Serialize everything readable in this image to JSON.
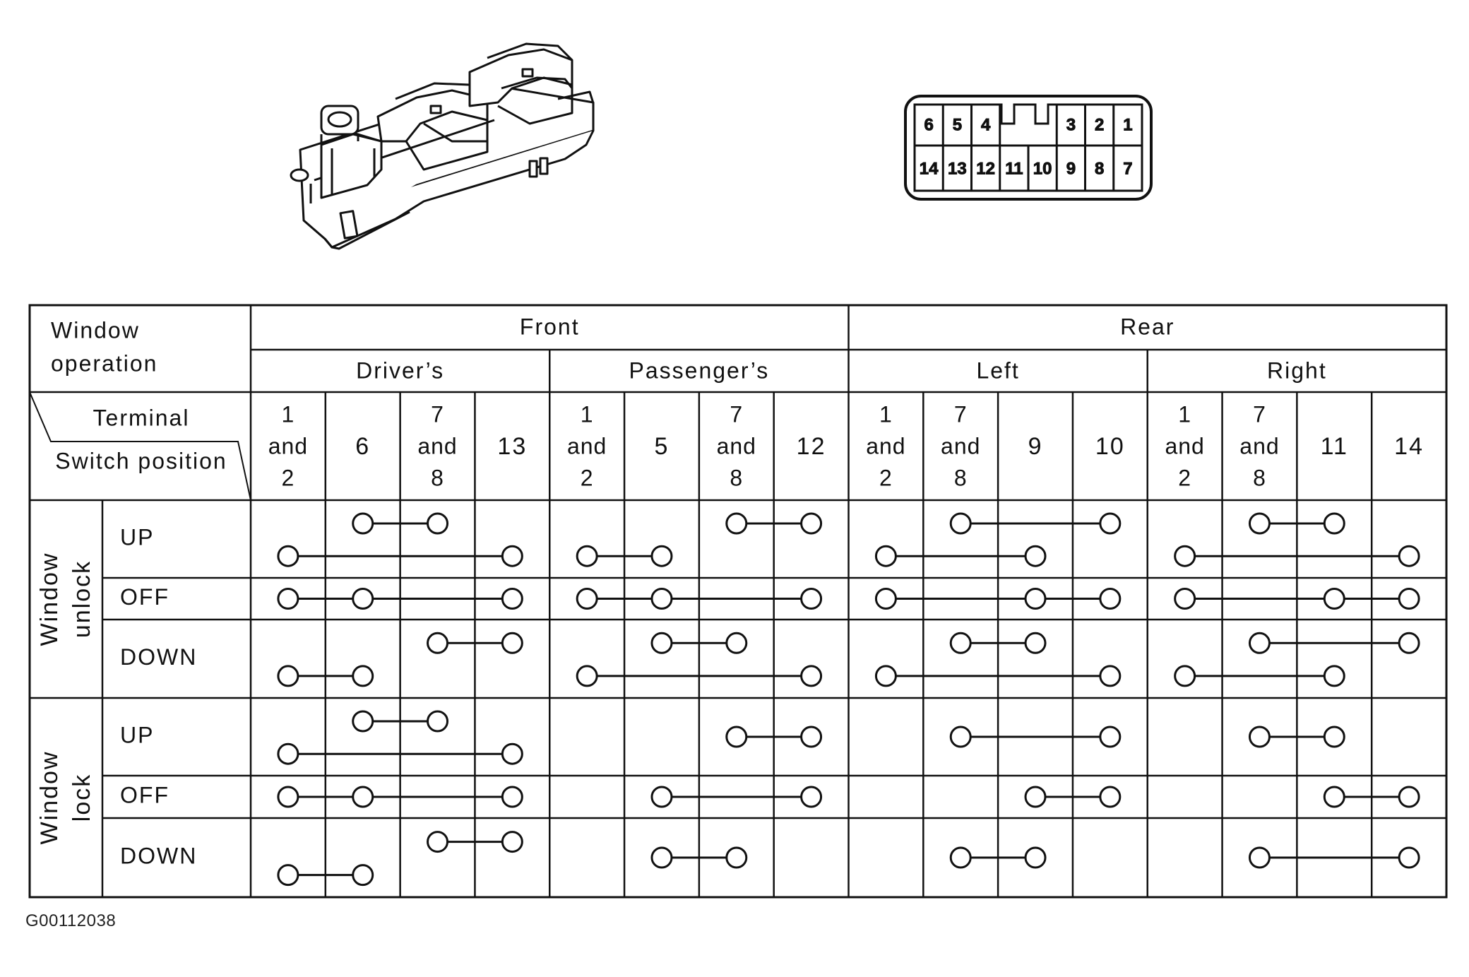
{
  "figure_id": "G00112038",
  "connector": {
    "top_row": [
      "6",
      "5",
      "4",
      "3",
      "2",
      "1"
    ],
    "bottom_row": [
      "14",
      "13",
      "12",
      "11",
      "10",
      "9",
      "8",
      "7"
    ]
  },
  "table": {
    "corner": {
      "operation_line1": "Window",
      "operation_line2": "operation",
      "terminal": "Terminal",
      "switch_position": "Switch position"
    },
    "groups": [
      {
        "label": "Front",
        "subgroups": [
          {
            "label": "Driver’s",
            "terminals": [
              [
                "1",
                "and",
                "2"
              ],
              [
                "6"
              ],
              [
                "7",
                "and",
                "8"
              ],
              [
                "13"
              ]
            ]
          },
          {
            "label": "Passenger’s",
            "terminals": [
              [
                "1",
                "and",
                "2"
              ],
              [
                "5"
              ],
              [
                "7",
                "and",
                "8"
              ],
              [
                "12"
              ]
            ]
          }
        ]
      },
      {
        "label": "Rear",
        "subgroups": [
          {
            "label": "Left",
            "terminals": [
              [
                "1",
                "and",
                "2"
              ],
              [
                "7",
                "and",
                "8"
              ],
              [
                "9"
              ],
              [
                "10"
              ]
            ]
          },
          {
            "label": "Right",
            "terminals": [
              [
                "1",
                "and",
                "2"
              ],
              [
                "7",
                "and",
                "8"
              ],
              [
                "11"
              ],
              [
                "14"
              ]
            ]
          }
        ]
      }
    ],
    "modes": [
      {
        "label_line1": "Window",
        "label_line2": "unlock",
        "positions": [
          "UP",
          "OFF",
          "DOWN"
        ]
      },
      {
        "label_line1": "Window",
        "label_line2": "lock",
        "positions": [
          "UP",
          "OFF",
          "DOWN"
        ]
      }
    ],
    "continuity": [
      [
        [
          [
            [
              1,
              2
            ],
            [
              0,
              3
            ]
          ],
          [
            [
              2,
              3
            ],
            [
              0,
              1
            ]
          ],
          [
            [
              1,
              3
            ],
            [
              0,
              2
            ]
          ],
          [
            [
              1,
              2
            ],
            [
              0,
              3
            ]
          ]
        ],
        [
          [
            [
              0,
              1,
              3
            ]
          ],
          [
            [
              0,
              1,
              3
            ]
          ],
          [
            [
              0,
              2,
              3
            ]
          ],
          [
            [
              0,
              2,
              3
            ]
          ]
        ],
        [
          [
            [
              2,
              3
            ],
            [
              0,
              1
            ]
          ],
          [
            [
              1,
              2
            ],
            [
              0,
              3
            ]
          ],
          [
            [
              1,
              2
            ],
            [
              0,
              3
            ]
          ],
          [
            [
              1,
              3
            ],
            [
              0,
              2
            ]
          ]
        ]
      ],
      [
        [
          [
            [
              1,
              2
            ],
            [
              0,
              3
            ]
          ],
          [
            [
              2,
              3
            ]
          ],
          [
            [
              1,
              3
            ]
          ],
          [
            [
              1,
              2
            ]
          ]
        ],
        [
          [
            [
              0,
              1,
              3
            ]
          ],
          [
            [
              1,
              3
            ]
          ],
          [
            [
              2,
              3
            ]
          ],
          [
            [
              2,
              3
            ]
          ]
        ],
        [
          [
            [
              2,
              3
            ],
            [
              0,
              1
            ]
          ],
          [
            [
              1,
              2
            ]
          ],
          [
            [
              1,
              2
            ]
          ],
          [
            [
              1,
              3
            ]
          ]
        ]
      ]
    ]
  }
}
